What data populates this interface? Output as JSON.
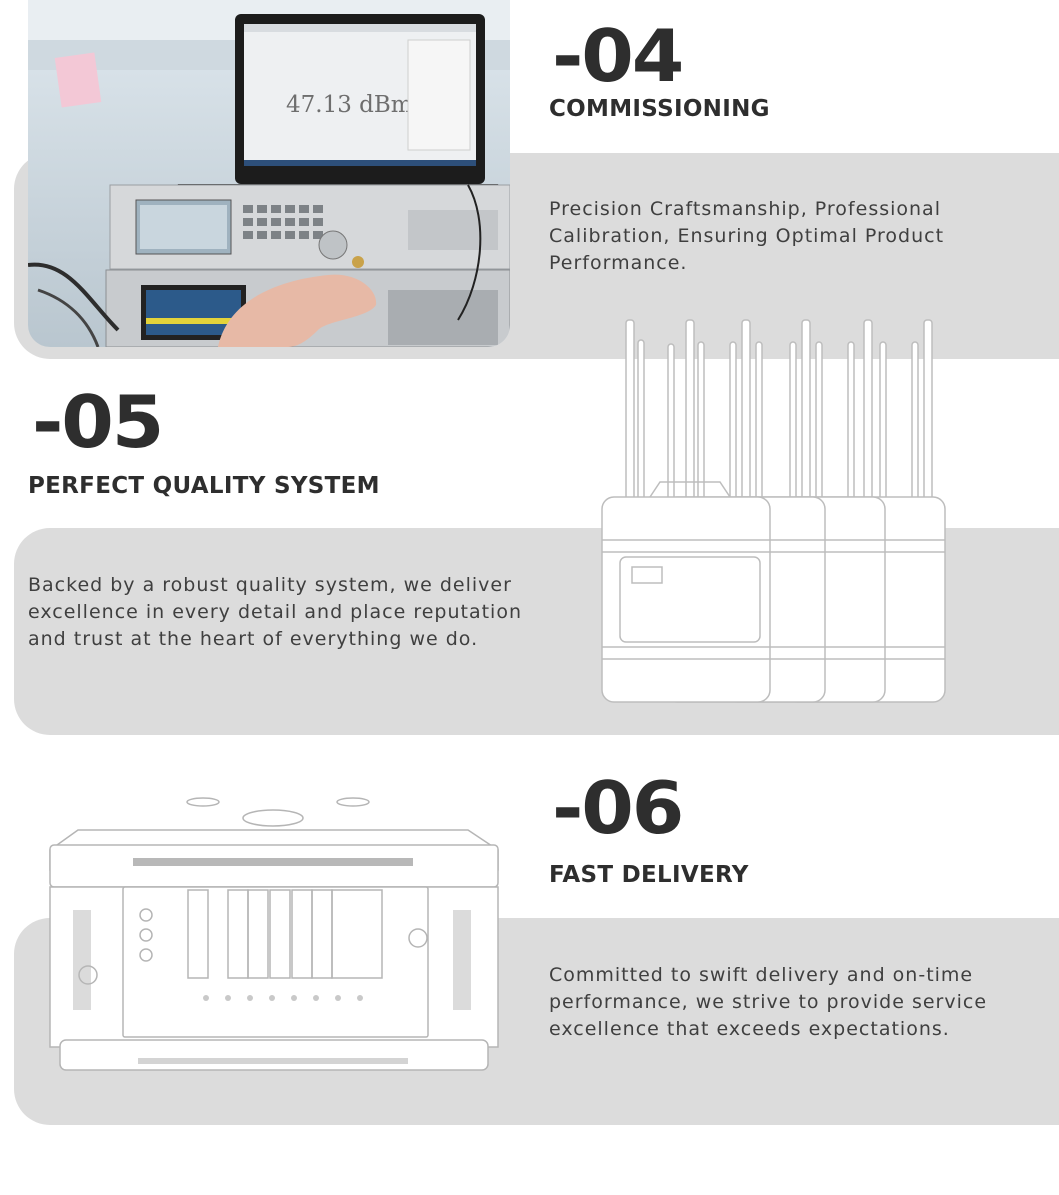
{
  "sections": [
    {
      "number": "-04",
      "title": "COMMISSIONING",
      "description_lines": [
        "Precision Craftsmanship, Professional",
        "Calibration, Ensuring Optimal Product",
        "Performance."
      ],
      "photo_screen_reading": "47.13 dBm"
    },
    {
      "number": "-05",
      "title": "PERFECT QUALITY SYSTEM",
      "description_lines": [
        "Backed by a robust quality system, we deliver",
        "excellence in every detail and place reputation",
        "and trust at the heart of everything we do."
      ]
    },
    {
      "number": "-06",
      "title": "FAST DELIVERY",
      "description_lines": [
        "Committed to swift delivery and on-time",
        "performance, we strive to provide service",
        "excellence that exceeds expectations."
      ]
    }
  ],
  "colors": {
    "band": "#dcdcdc",
    "text": "#3a3a3a",
    "heading": "#2e2e2e"
  }
}
